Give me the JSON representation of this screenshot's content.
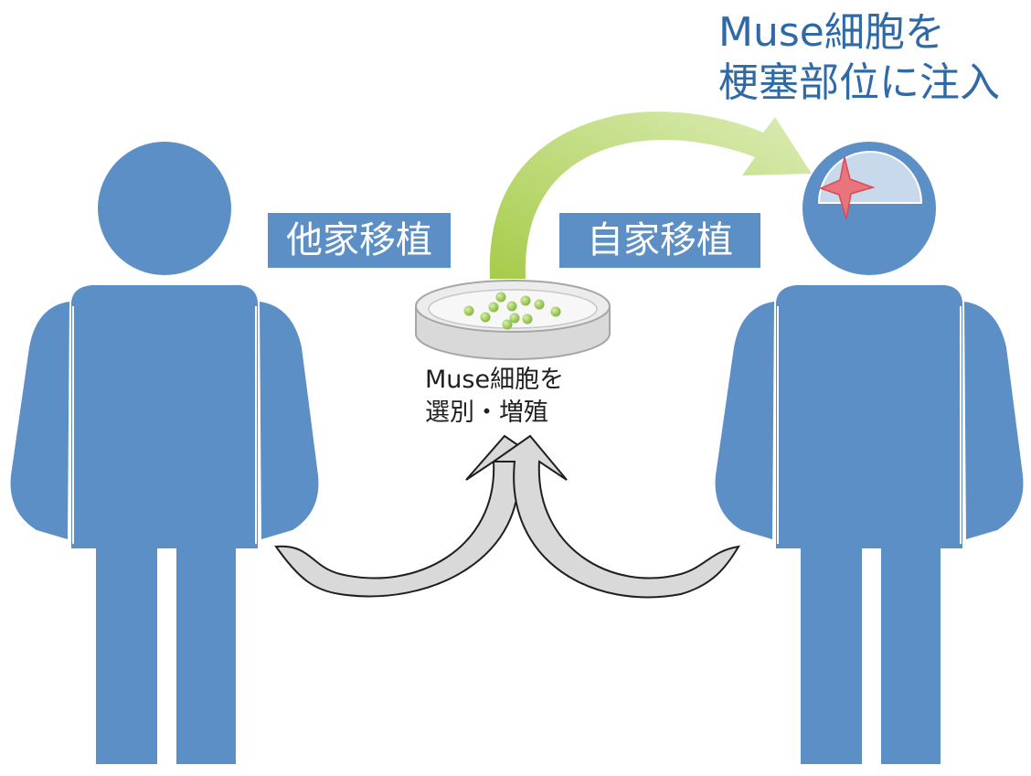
{
  "labels": {
    "allogeneic": "他家移植",
    "autologous": "自家移植"
  },
  "dish_caption": {
    "line1": "Muse細胞を",
    "line2": "選別・増殖"
  },
  "injection_caption": {
    "line1": "Muse細胞を",
    "line2": "梗塞部位に注入"
  },
  "colors": {
    "figure": "#5b8fc6",
    "label_bg": "#5b8fc6",
    "label_text": "#ffffff",
    "caption_text": "#2f6aa7",
    "green_arrow": "#8dc63f",
    "gray_arrow": "#d9d9d9",
    "infarct_mark": "#e8747c",
    "cells": "#9fcc4a"
  },
  "icons": {
    "left_person": "person-icon",
    "right_person": "person-icon",
    "dish": "petri-dish-icon",
    "infarct": "star-icon"
  }
}
